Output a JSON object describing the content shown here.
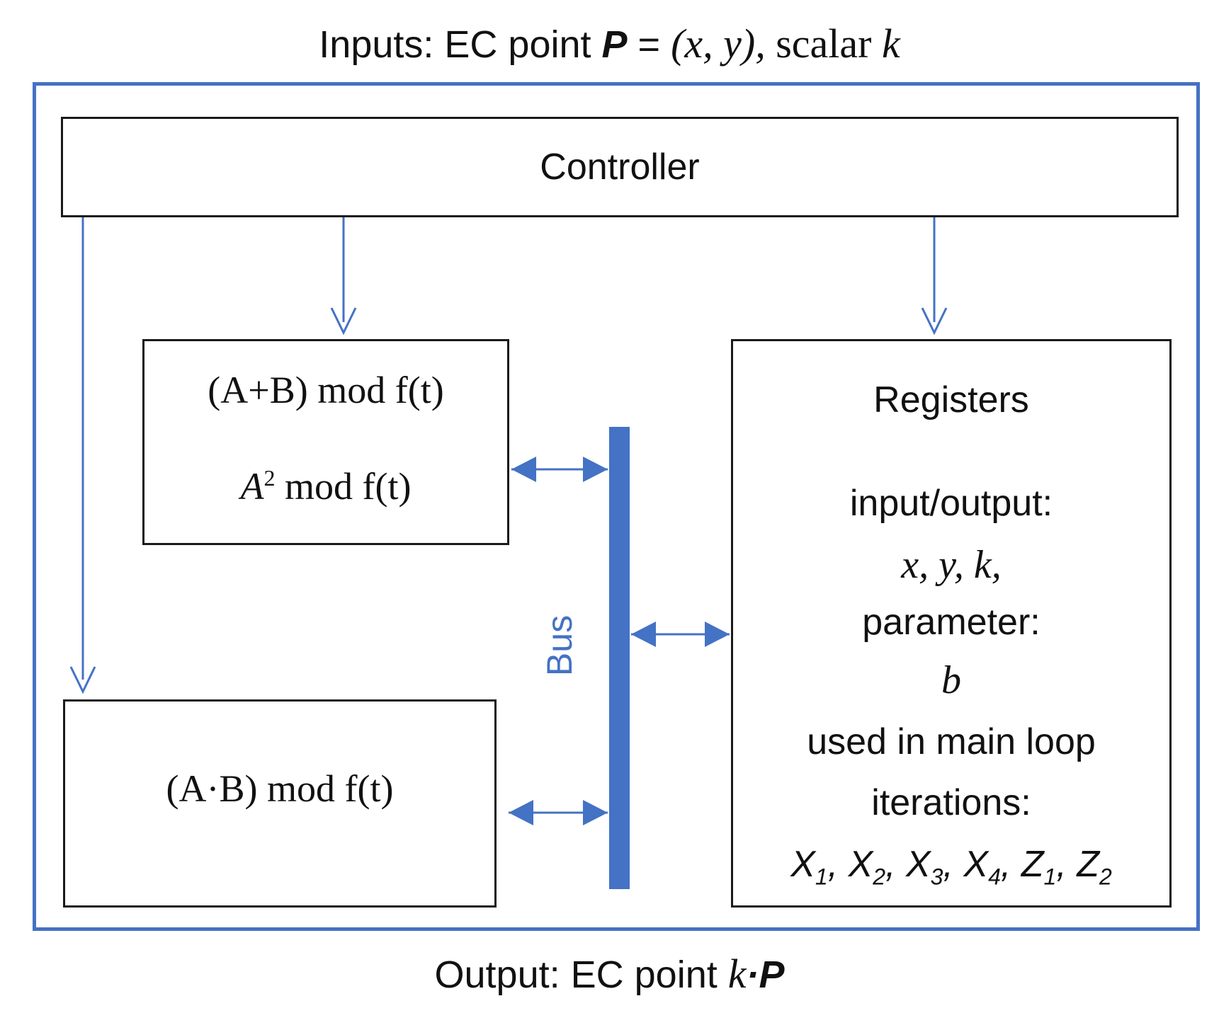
{
  "diagram": {
    "inputs": {
      "prefix": "Inputs: EC point ",
      "point_symbol": "P",
      "equals": " = ",
      "coords": "(x, y),",
      "scalar_text": " scalar ",
      "scalar_symbol": "k"
    },
    "output": {
      "prefix": "Output: EC point ",
      "scalar_symbol": "k",
      "dot": "·",
      "point_symbol": "P"
    },
    "controller": {
      "label": "Controller"
    },
    "adder_squarer": {
      "line1": "(A+B) mod f(t)",
      "line2_base": "A",
      "line2_exp": "2",
      "line2_rest": " mod f(t)"
    },
    "multiplier": {
      "label": "(A·B) mod f(t)"
    },
    "bus": {
      "label": "Bus",
      "color": "#4472c4"
    },
    "registers": {
      "title": "Registers",
      "io_label": "input/output:",
      "io_values": "x, y, k,",
      "param_label": "parameter:",
      "param_value": "b",
      "loop_label_1": "used in main loop",
      "loop_label_2": "iterations:",
      "loop_values": [
        {
          "base": "X",
          "sub": "1",
          "sep": ", "
        },
        {
          "base": "X",
          "sub": "2",
          "sep": ", "
        },
        {
          "base": "X",
          "sub": "3",
          "sep": ", "
        },
        {
          "base": "X",
          "sub": "4",
          "sep": ", "
        },
        {
          "base": "Z",
          "sub": "1",
          "sep": ", "
        },
        {
          "base": "Z",
          "sub": "2",
          "sep": ""
        }
      ]
    },
    "colors": {
      "frame": "#4472c4",
      "arrows": "#4472c4",
      "box_border": "#1a1a1a"
    }
  }
}
